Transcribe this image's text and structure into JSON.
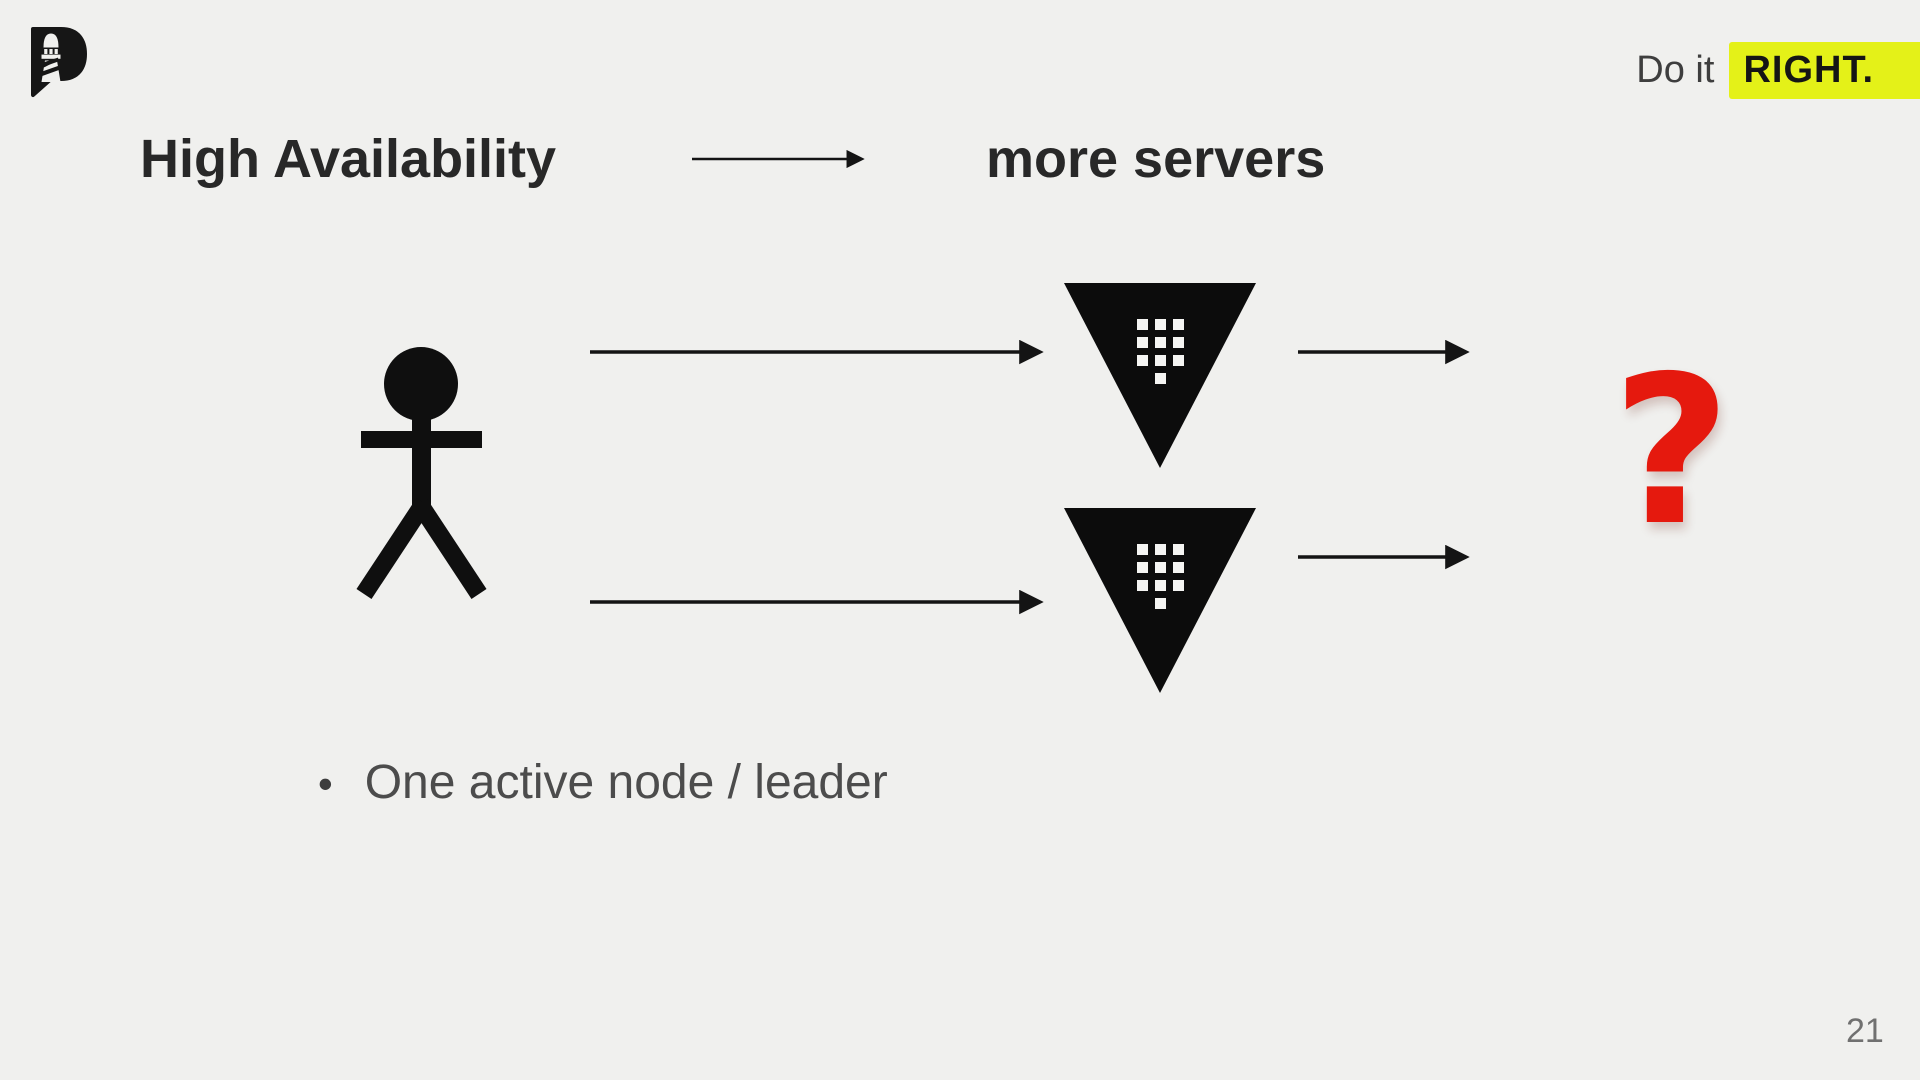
{
  "slide": {
    "background_color": "#f0f0ee",
    "page_number": "21"
  },
  "header": {
    "logo_icon": "p-lighthouse-logo",
    "tagline_prefix": "Do it",
    "tagline_highlight": "RIGHT.",
    "tagline_highlight_bg": "#e4f118"
  },
  "title_row": {
    "left_text": "High Availability",
    "arrow_icon": "right-arrow",
    "right_text": "more servers"
  },
  "diagram": {
    "client_icon": "stick-figure-person",
    "server_icon": "inverted-triangle-keypad-server",
    "server_icon_count": 2,
    "arrow_icon_count": 4,
    "question_mark": "?",
    "question_mark_color": "#e5190e"
  },
  "bullets": {
    "bullet_glyph": "•",
    "items": [
      "One active node / leader"
    ]
  }
}
